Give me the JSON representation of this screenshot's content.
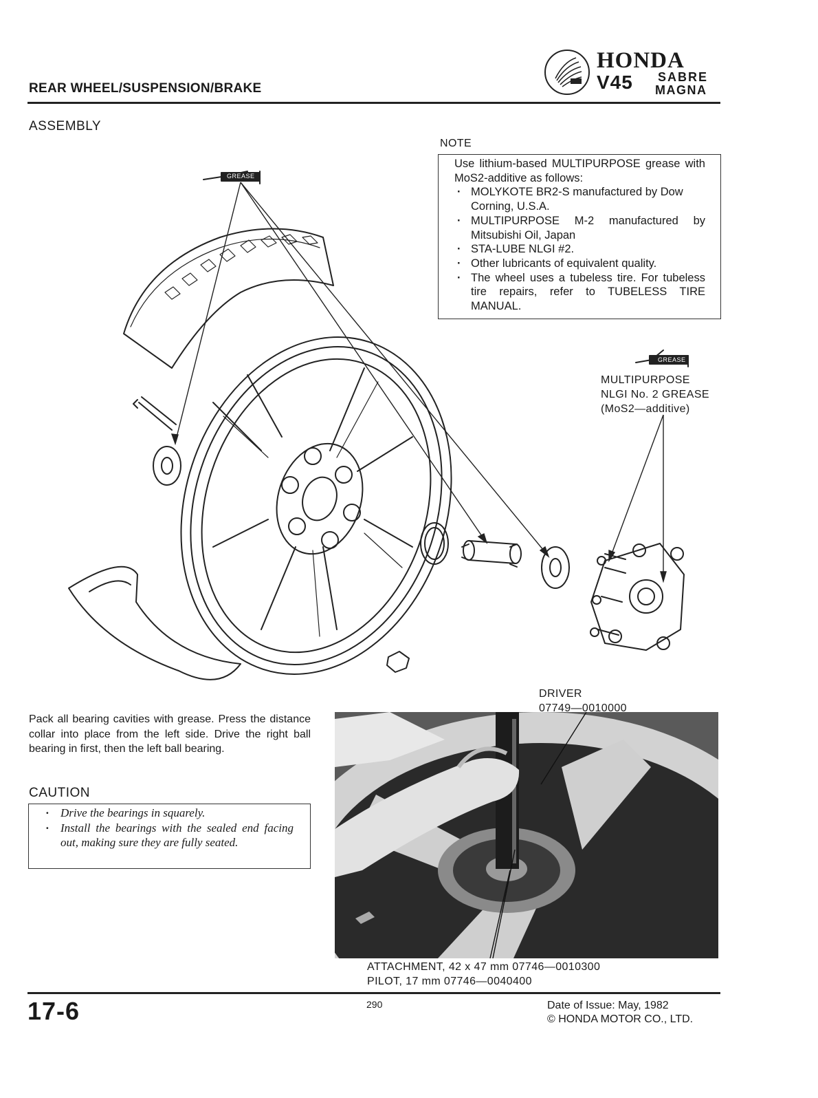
{
  "header": {
    "section_title": "REAR WHEEL/SUSPENSION/BRAKE",
    "brand": "HONDA",
    "model": "V45",
    "variant_1": "SABRE",
    "variant_2": "MAGNA"
  },
  "assembly": {
    "heading": "ASSEMBLY",
    "grease_tag": "GREASE"
  },
  "note": {
    "heading": "NOTE",
    "intro": "Use lithium-based MULTIPURPOSE grease with MoS2-additive as follows:",
    "items": [
      "MOLYKOTE BR2-S manufactured by Dow Corning, U.S.A.",
      "MULTIPURPOSE M-2 manufactured by Mitsubishi Oil, Japan",
      "STA-LUBE NLGI #2.",
      "Other lubricants of equivalent quality.",
      "The wheel uses a tubeless tire. For tubeless tire repairs, refer to TUBELESS TIRE MANUAL."
    ]
  },
  "grease_label": {
    "tag": "GREASE",
    "line1": "MULTIPURPOSE",
    "line2": "NLGI No. 2 GREASE",
    "line3": "(MoS2—additive)"
  },
  "instructions": {
    "text": "Pack all bearing cavities with grease. Press the distance collar into place from the left side. Drive the right ball bearing in first, then the left ball bearing."
  },
  "caution": {
    "heading": "CAUTION",
    "items": [
      "Drive the bearings in squarely.",
      "Install the bearings with the sealed end facing out, making sure they are fully seated."
    ]
  },
  "photo": {
    "driver_line1": "DRIVER",
    "driver_line2": "07749—0010000",
    "attachment": "ATTACHMENT, 42 x 47 mm  07746—0010300",
    "pilot": "PILOT, 17 mm  07746—0040400"
  },
  "footer": {
    "page_number": "17-6",
    "sheet_number": "290",
    "date_of_issue": "Date of Issue: May, 1982",
    "copyright": "© HONDA MOTOR CO., LTD."
  }
}
